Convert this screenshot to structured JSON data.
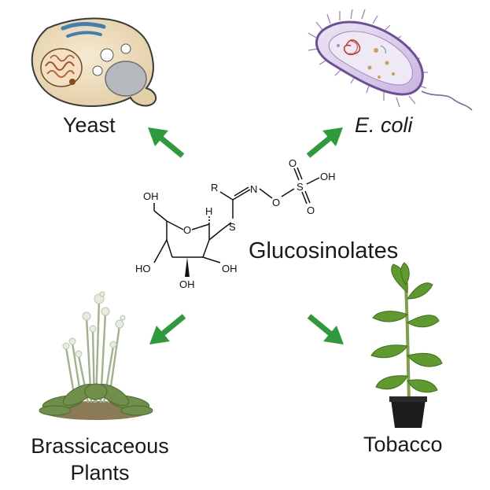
{
  "labels": {
    "yeast": "Yeast",
    "ecoli": "E. coli",
    "glucosinolates": "Glucosinolates",
    "brassicaceous_line1": "Brassicaceous",
    "brassicaceous_line2": "Plants",
    "tobacco": "Tobacco"
  },
  "molecule_atoms": {
    "r": "R",
    "n": "N",
    "o_link": "O",
    "s_sulfonyl": "S",
    "o_top": "O",
    "o_bottom": "O",
    "oh_sulfonyl": "OH",
    "s_thio": "S",
    "h_anomeric": "H",
    "o_ring": "O",
    "oh_c6": "OH",
    "oh_c4": "HO",
    "oh_c2": "OH",
    "oh_c3": "OH"
  },
  "colors": {
    "arrow": "#2f9a3c",
    "text": "#1a1a1a",
    "bond": "#111111"
  }
}
